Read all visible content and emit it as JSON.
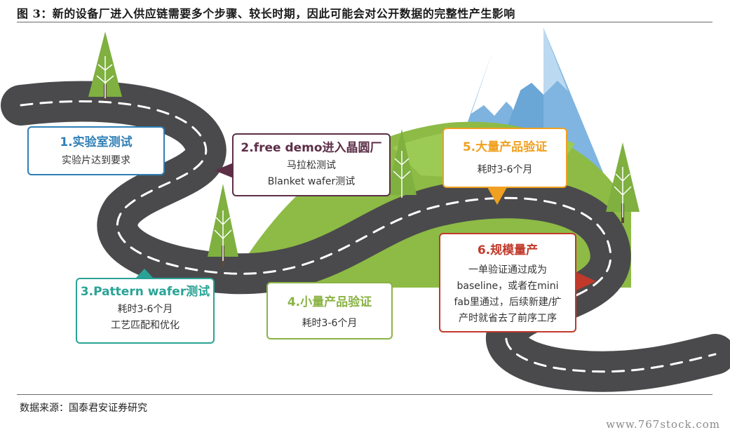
{
  "title": "图 3：新的设备厂进入供应链需要多个步骤、较长时期，因此可能会对公开数据的完整性产生影响",
  "source": "数据来源：国泰君安证券研究",
  "watermark": "www.767stock.com",
  "colors": {
    "road": "#4a4a4c",
    "hill": "#8dbb45",
    "tree": "#7fb040",
    "mountain": "#6aa6d6",
    "snow": "#ffffff"
  },
  "steps": [
    {
      "title": "1.实验室测试",
      "lines": [
        "实验片达到要求"
      ],
      "color": "#2f7fb6"
    },
    {
      "title": "2.free demo进入晶圆厂",
      "lines": [
        "马拉松测试",
        "Blanket wafer测试"
      ],
      "color": "#5c2f47"
    },
    {
      "title": "3.Pattern wafer测试",
      "lines": [
        "耗时3-6个月",
        "工艺匹配和优化"
      ],
      "color": "#2aa396"
    },
    {
      "title": "4.小量产品验证",
      "lines": [
        "耗时3-6个月"
      ],
      "color": "#8bb346"
    },
    {
      "title": "5.大量产品验证",
      "lines": [
        "耗时3-6个月"
      ],
      "color": "#f0a020"
    },
    {
      "title": "6.规模量产",
      "lines": [
        "一单验证通过成为",
        "baseline，或者在mini",
        "fab里通过，后续新建/扩",
        "产时就省去了前序工序"
      ],
      "color": "#c0392b"
    }
  ]
}
